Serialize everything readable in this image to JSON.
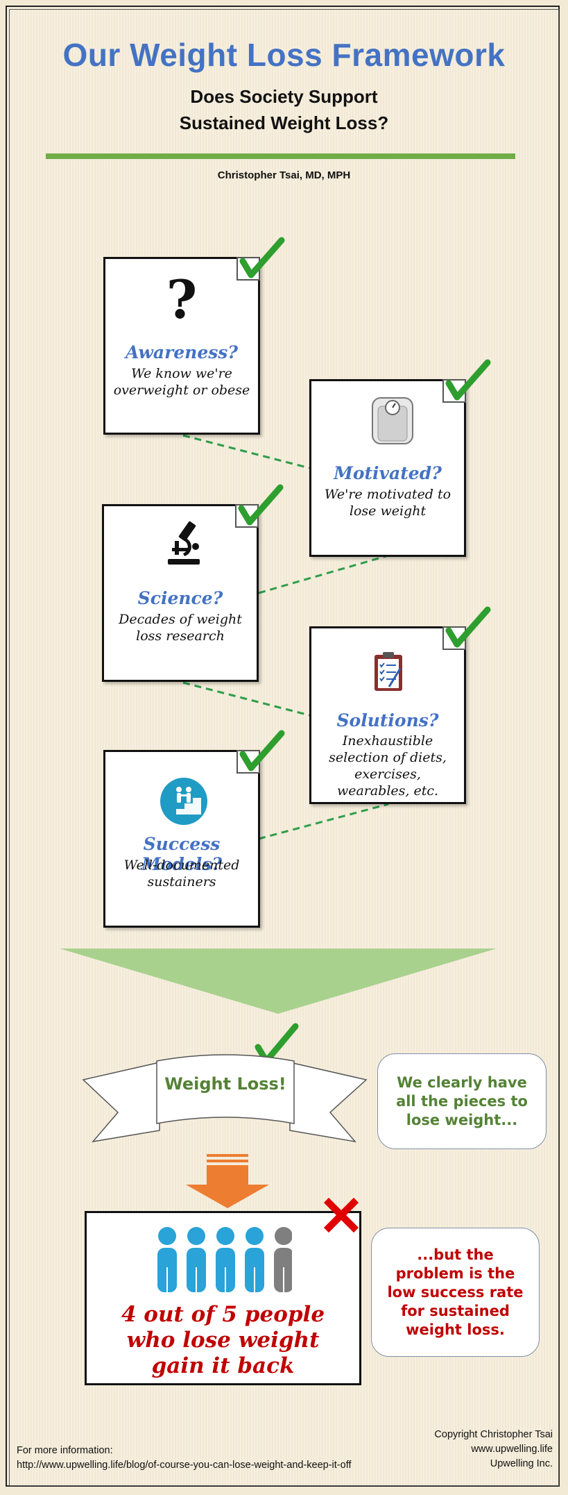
{
  "header": {
    "title": "Our Weight Loss Framework",
    "subtitle_line1": "Does Society Support",
    "subtitle_line2": "Sustained Weight Loss?",
    "author": "Christopher Tsai, MD, MPH"
  },
  "cards": [
    {
      "heading": "Awareness?",
      "line1": "We know we're",
      "line2": "overweight or obese",
      "icon": "question-mark-icon"
    },
    {
      "heading": "Motivated?",
      "line1": "We're motivated to",
      "line2": "lose weight",
      "icon": "scale-icon"
    },
    {
      "heading": "Science?",
      "line1": "Decades of weight",
      "line2": "loss research",
      "icon": "microscope-icon"
    },
    {
      "heading": "Solutions?",
      "line1": "Inexhaustible",
      "line2": "selection of diets,",
      "line3": "exercises,",
      "line4": "wearables, etc.",
      "icon": "clipboard-icon"
    },
    {
      "heading": "Success Models?",
      "line1": "Well-documented",
      "line2": "sustainers",
      "icon": "success-stairs-icon"
    }
  ],
  "icons": {
    "question": "?"
  },
  "banner": {
    "label": "Weight Loss!"
  },
  "bubbles": {
    "pieces": "We clearly have all the pieces to lose weight...",
    "problem": "...but the problem is the low success rate for sustained weight loss."
  },
  "result": {
    "line1": "4 out of 5 people",
    "line2": "who lose weight",
    "line3": "gain it back"
  },
  "footer": {
    "info_label": "For more information:",
    "url": "http://www.upwelling.life/blog/of-course-you-can-lose-weight-and-keep-it-off",
    "copyright": "Copyright Christopher Tsai",
    "site": "www.upwelling.life",
    "company": "Upwelling Inc."
  },
  "colors": {
    "title_blue": "#4472c4",
    "rule_green": "#70ad47",
    "check_green": "#2e9e2e",
    "triangle_green": "#a9d18e",
    "arrow_orange": "#ed7d31",
    "result_red": "#c00000",
    "people_blue": "#29a3d8",
    "people_gray": "#7f7f7f"
  }
}
